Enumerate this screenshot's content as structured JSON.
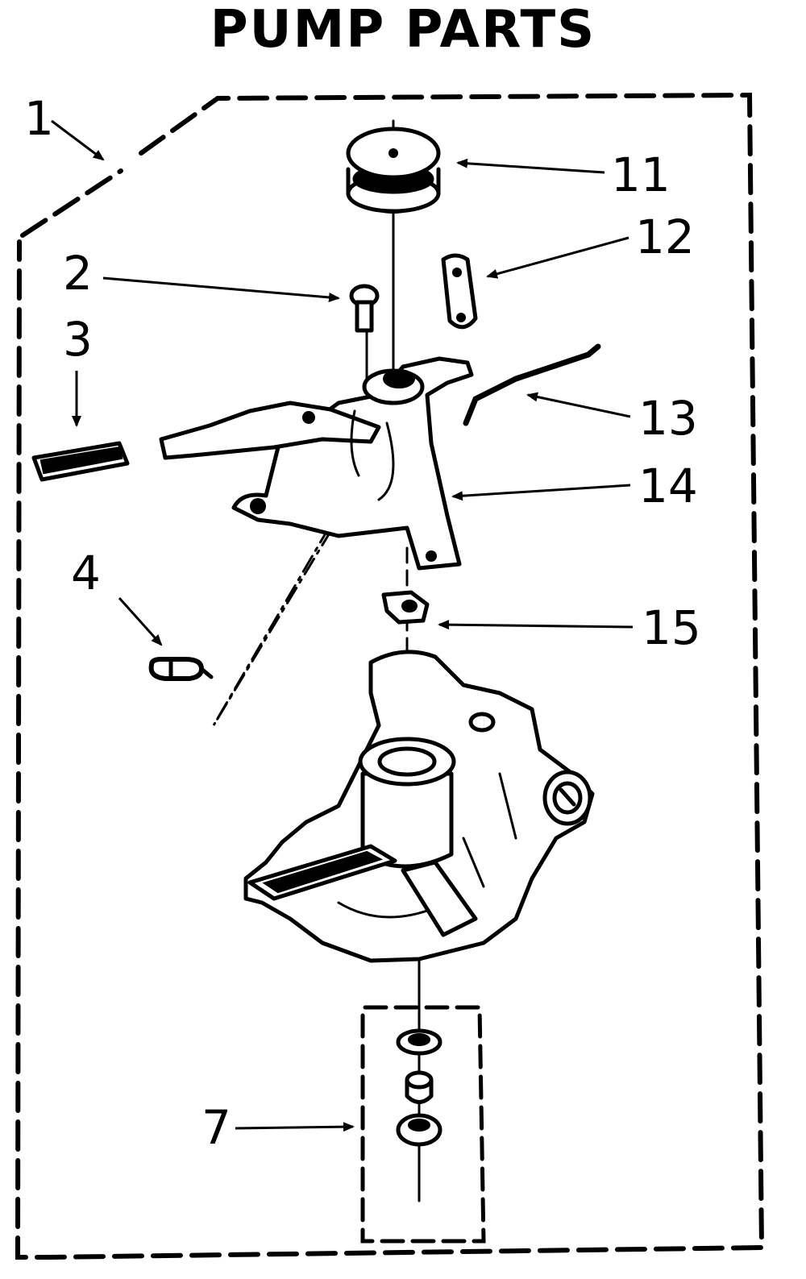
{
  "title": "PUMP PARTS",
  "callouts": {
    "c1": "1",
    "c2": "2",
    "c3": "3",
    "c4": "4",
    "c7": "7",
    "c11": "11",
    "c12": "12",
    "c13": "13",
    "c14": "14",
    "c15": "15"
  }
}
